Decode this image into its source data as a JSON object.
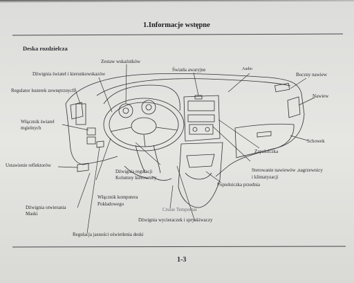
{
  "header": {
    "title": "1.Informacje wstępne"
  },
  "section": {
    "title": "Deska rozdzielcza"
  },
  "labels": {
    "zestaw": "Zestaw wskaźników",
    "dzwignia_swiatel": "Dźwignia świateł i kierunkowskazów",
    "swiatla_awaryjne": "Światła awaryjne",
    "audio": "Audio",
    "boczny_nawiew": "Boczny nawiew",
    "regulator_lusterek": "Regulator lusterek zewnętrznych",
    "nawiew": "Nawiew",
    "wlacznik_mglowych_1": "Włącznik świateł",
    "wlacznik_mglowych_2": "mgielnych",
    "schowek": "Schowek",
    "zapalniczka": "Zapalniczka",
    "ustawienie_reflektorow": "Ustawienie reflektorów",
    "dzwignia_regulacji_1": "Dźwignia regulacji",
    "dzwignia_regulacji_2": "Kolumny kierownicy",
    "sterowanie_1": "Sterowanie nawiewów ,nagrzewnicy",
    "sterowanie_2": "i klimatyzacji",
    "popielniczka": "Popielniczka przednia",
    "wlacznik_komputera_1": "Włącznik komputera",
    "wlacznik_komputera_2": "Pokładowego",
    "dzwignia_otwierania_1": "Dźwignia otwierania",
    "dzwignia_otwierania_2": "Maski",
    "cruise": "Cruise Tempomat",
    "wycieraczki": "Dźwignia wycieraczek i spryskiwaczy",
    "regulacja_jasnosci": "Regulacja jasności oświetlenia deski"
  },
  "footer": {
    "page_number": "1-3"
  }
}
